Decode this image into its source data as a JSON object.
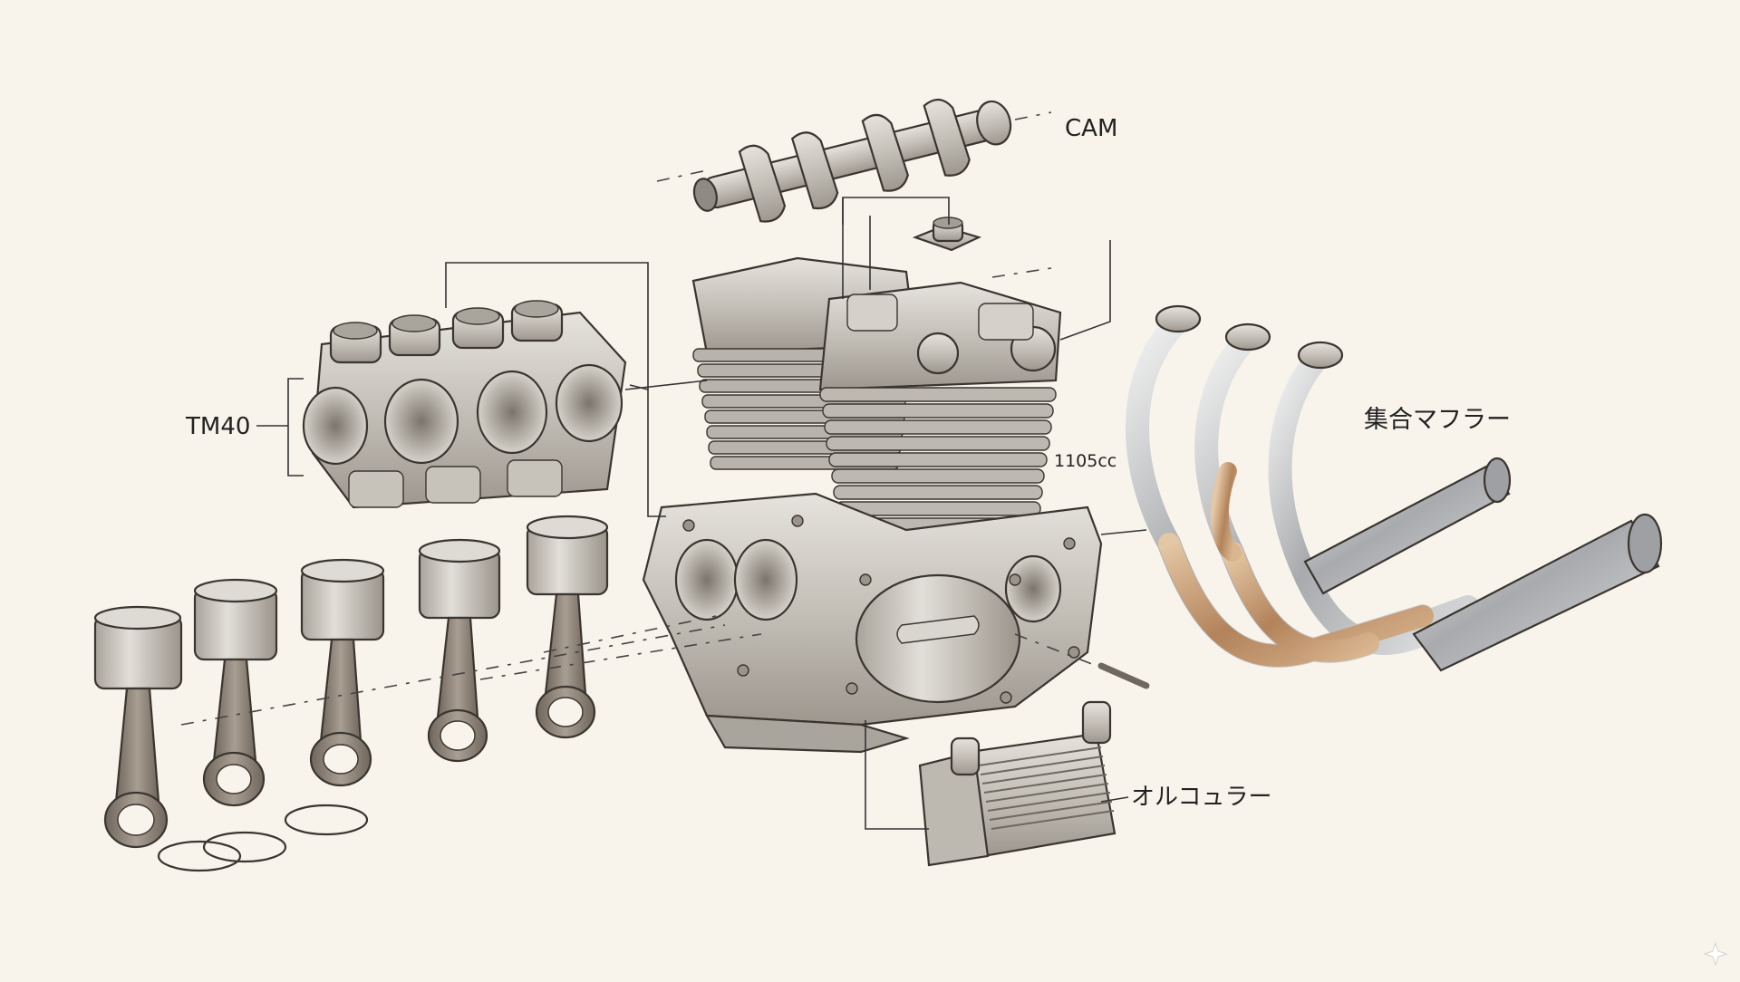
{
  "diagram": {
    "labels": {
      "cam": "CAM",
      "carb": "TM40",
      "displacement": "1105cc",
      "muffler": "集合マフラー",
      "cooler": "オルコュラー"
    },
    "colors": {
      "background": "#f8f4ec",
      "metal": "#c9c6bf",
      "metal_dark": "#8f8a82",
      "rod": "#8a7f74",
      "copper": "#b88a63",
      "chrome": "#b9bbbd",
      "ink": "#3a3530"
    },
    "icons": [
      "camshaft-icon",
      "carburetor-icon",
      "engine-block-icon",
      "piston-icon",
      "exhaust-icon",
      "oil-cooler-icon",
      "sparkle-icon"
    ]
  }
}
